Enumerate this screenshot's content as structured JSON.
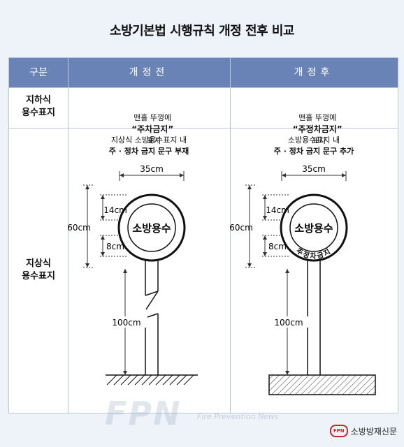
{
  "title": "소방기본법 시행규칙 개정 전후 비교",
  "header": {
    "col1": "구분",
    "col2": "개정전",
    "col3": "개정후"
  },
  "row1": {
    "label_line1": "지하식",
    "label_line2": "용수표지",
    "before_prefix": "맨홀 뚜껑에",
    "before_quote": "“주차금지”",
    "before_suffix": "표지",
    "after_prefix": "맨홀 뚜껑에",
    "after_quote": "“주정차금지”",
    "after_suffix": "표지"
  },
  "row2": {
    "label_line1": "지상식",
    "label_line2": "용수표지",
    "before_desc_line1": "지상식 소방용수표지 내",
    "before_desc_line2": "주 · 정차 금지 문구 부재",
    "after_desc_line1": "소방용수표지 내",
    "after_desc_line2": "주 · 정차 금지 문구 추가"
  },
  "diagram": {
    "sign_text": "소방용수",
    "ring_text": "주정차금지",
    "dim_width": "35cm",
    "dim_height": "60cm",
    "dim_outer": "14cm",
    "dim_inner": "8cm",
    "dim_pole": "100cm"
  },
  "watermark": {
    "main": "FPN",
    "sub": "Fire Prevention News"
  },
  "footer": {
    "logo_badge": "FPN",
    "brand": "소방방재신문"
  }
}
